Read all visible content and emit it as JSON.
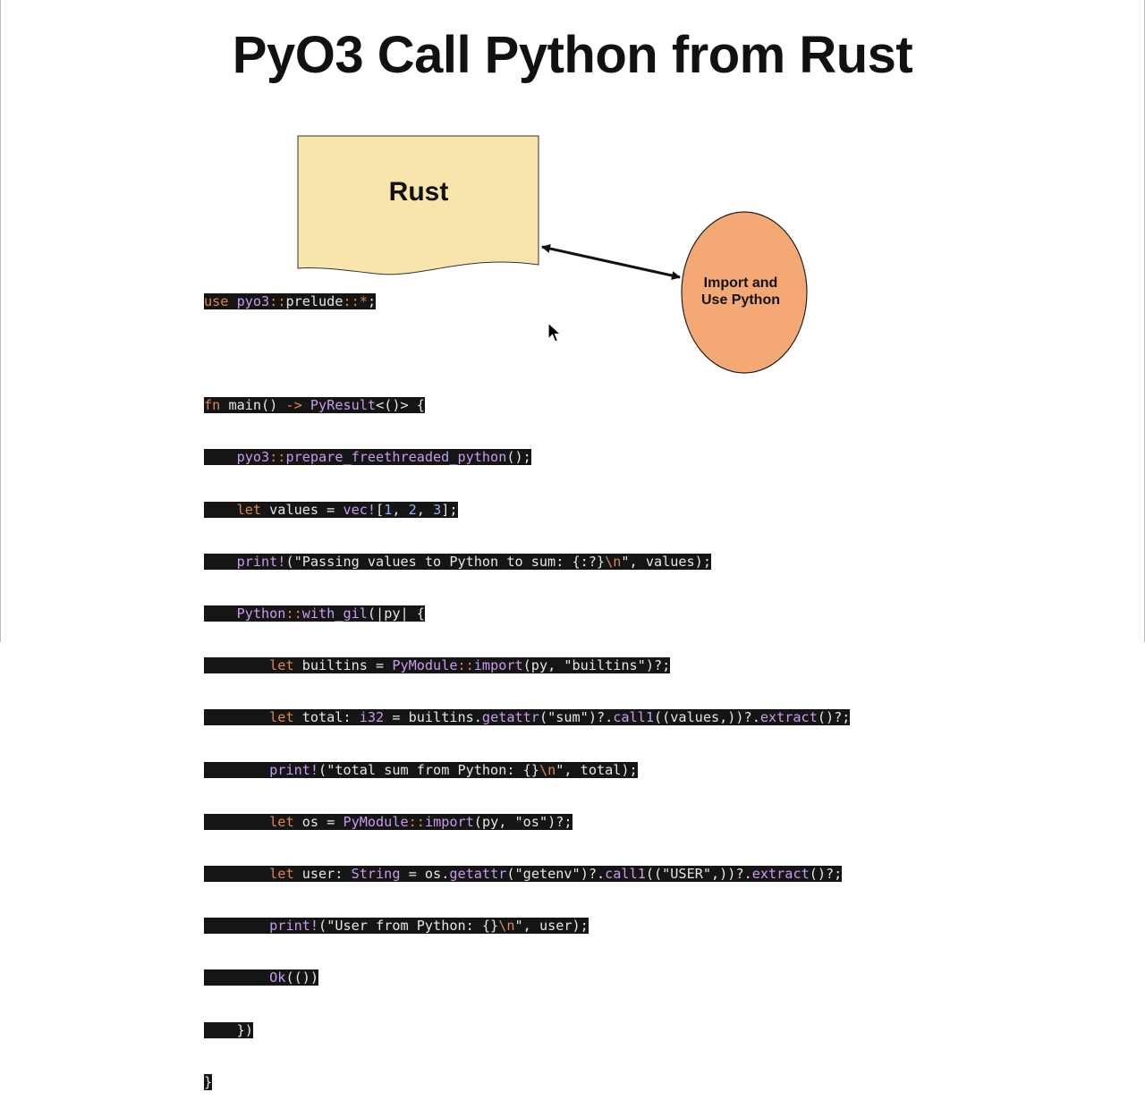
{
  "slide": {
    "title": "PyO3 Call Python from Rust"
  },
  "diagram": {
    "rust_box_label": "Rust",
    "python_ellipse_label_line1": "Import and",
    "python_ellipse_label_line2": "Use Python",
    "colors": {
      "rust_box": "#f8e5ab",
      "python_ellipse": "#f4a873",
      "code_bg": "#151515"
    }
  },
  "code": {
    "line1": "use pyo3::prelude::*;",
    "line2": "",
    "line3": "fn main() -> PyResult<()> {",
    "line4": "    pyo3::prepare_freethreaded_python();",
    "line5": "    let values = vec![1, 2, 3];",
    "line6": "    print!(\"Passing values to Python to sum: {:?}\\n\", values);",
    "line7": "    Python::with_gil(|py| {",
    "line8": "        let builtins = PyModule::import(py, \"builtins\")?;",
    "line9": "        let total: i32 = builtins.getattr(\"sum\")?.call1((values,))?.extract()?;",
    "line10": "        print!(\"total sum from Python: {}\\n\", total);",
    "line11": "        let os = PyModule::import(py, \"os\")?;",
    "line12": "        let user: String = os.getattr(\"getenv\")?.call1((\"USER\",))?.extract()?;",
    "line13": "        print!(\"User from Python: {}\\n\", user);",
    "line14": "        Ok(())",
    "line15": "    })",
    "line16": "}"
  }
}
